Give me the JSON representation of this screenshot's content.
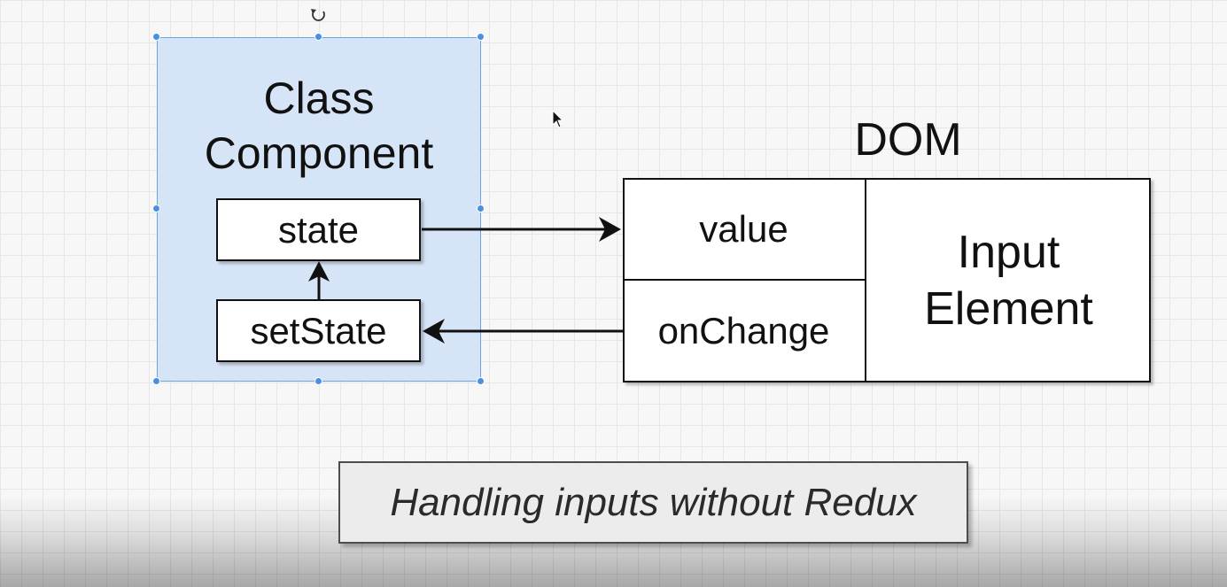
{
  "class_component": {
    "title": "Class\nComponent",
    "state": "state",
    "set_state": "setState"
  },
  "dom": {
    "title": "DOM",
    "value": "value",
    "on_change": "onChange",
    "input_element": "Input\nElement"
  },
  "caption": "Handling inputs without Redux",
  "colors": {
    "selection_fill": "#d6e4f7",
    "selection_border": "#6fa3dc",
    "handle": "#4a90e2",
    "arrow": "#111111"
  }
}
